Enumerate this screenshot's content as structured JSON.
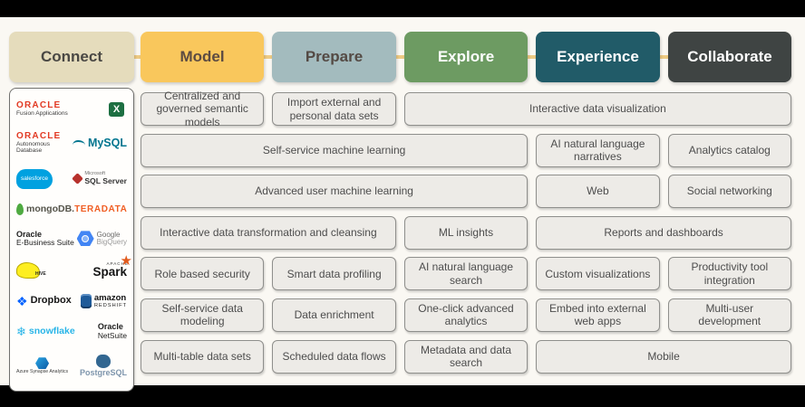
{
  "colors": {
    "canvas_background": "#faf8f3",
    "frame_bars": "#000000",
    "flow_line": "#eecb84",
    "capability_fill": "#edebe7",
    "capability_border": "#8f8f8c",
    "oracle_red": "#e23a24"
  },
  "headers": [
    {
      "label": "Connect",
      "bg": "#e5dcbc",
      "color": "#4a4844"
    },
    {
      "label": "Model",
      "bg": "#f9c75c",
      "color": "#5c4b42"
    },
    {
      "label": "Prepare",
      "bg": "#a3bbbe",
      "color": "#544a44"
    },
    {
      "label": "Explore",
      "bg": "#6d9b62",
      "color": "#ffffff"
    },
    {
      "label": "Experience",
      "bg": "#215b68",
      "color": "#ffffff"
    },
    {
      "label": "Collaborate",
      "bg": "#3f4443",
      "color": "#ffffff"
    }
  ],
  "capabilities": [
    [
      {
        "label": "Centralized and governed semantic models",
        "col": 1,
        "span": 1
      },
      {
        "label": "Import external and personal data sets",
        "col": 2,
        "span": 1
      },
      {
        "label": "Interactive data visualization",
        "col": 3,
        "span": 3
      }
    ],
    [
      {
        "label": "Self-service machine learning",
        "col": 1,
        "span": 3
      },
      {
        "label": "AI natural language narratives",
        "col": 4,
        "span": 1
      },
      {
        "label": "Analytics catalog",
        "col": 5,
        "span": 1
      }
    ],
    [
      {
        "label": "Advanced user machine learning",
        "col": 1,
        "span": 3
      },
      {
        "label": "Web",
        "col": 4,
        "span": 1
      },
      {
        "label": "Social networking",
        "col": 5,
        "span": 1
      }
    ],
    [
      {
        "label": "Interactive data transformation and cleansing",
        "col": 1,
        "span": 2
      },
      {
        "label": "ML insights",
        "col": 3,
        "span": 1
      },
      {
        "label": "Reports and dashboards",
        "col": 4,
        "span": 2
      }
    ],
    [
      {
        "label": "Role based security",
        "col": 1,
        "span": 1
      },
      {
        "label": "Smart data profiling",
        "col": 2,
        "span": 1
      },
      {
        "label": "AI natural language search",
        "col": 3,
        "span": 1
      },
      {
        "label": "Custom visualizations",
        "col": 4,
        "span": 1
      },
      {
        "label": "Productivity tool integration",
        "col": 5,
        "span": 1
      }
    ],
    [
      {
        "label": "Self-service data modeling",
        "col": 1,
        "span": 1
      },
      {
        "label": "Data enrichment",
        "col": 2,
        "span": 1
      },
      {
        "label": "One-click advanced analytics",
        "col": 3,
        "span": 1
      },
      {
        "label": "Embed into external web apps",
        "col": 4,
        "span": 1
      },
      {
        "label": "Multi-user development",
        "col": 5,
        "span": 1
      }
    ],
    [
      {
        "label": "Multi-table data sets",
        "col": 1,
        "span": 1
      },
      {
        "label": "Scheduled data flows",
        "col": 2,
        "span": 1
      },
      {
        "label": "Metadata and data search",
        "col": 3,
        "span": 1
      },
      {
        "label": "Mobile",
        "col": 4,
        "span": 2
      }
    ]
  ],
  "connectors": [
    [
      {
        "id": "oracle-fusion",
        "label": "ORACLE",
        "sub": "Fusion Applications"
      },
      {
        "id": "excel",
        "label": "",
        "sub": ""
      }
    ],
    [
      {
        "id": "oracle-autonomous",
        "label": "ORACLE",
        "sub": "Autonomous Database"
      },
      {
        "id": "mysql",
        "label": "MySQL",
        "sub": ""
      }
    ],
    [
      {
        "id": "salesforce",
        "label": "salesforce",
        "sub": ""
      },
      {
        "id": "sqlserver",
        "label": "Microsoft",
        "sub": "SQL Server"
      }
    ],
    [
      {
        "id": "mongodb",
        "label": "mongoDB.",
        "sub": ""
      },
      {
        "id": "teradata",
        "label": "TERADATA",
        "sub": ""
      }
    ],
    [
      {
        "id": "oracle-ebs",
        "label": "Oracle",
        "sub": "E-Business Suite"
      },
      {
        "id": "bigquery",
        "label": "Google",
        "sub": "BigQuery"
      }
    ],
    [
      {
        "id": "hive",
        "label": "",
        "sub": "HIVE"
      },
      {
        "id": "spark",
        "label": "APACHE",
        "sub": "Spark"
      }
    ],
    [
      {
        "id": "dropbox",
        "label": "Dropbox",
        "sub": ""
      },
      {
        "id": "redshift",
        "label": "amazon",
        "sub": "REDSHIFT"
      }
    ],
    [
      {
        "id": "snowflake",
        "label": "snowflake",
        "sub": ""
      },
      {
        "id": "netsuite",
        "label": "Oracle",
        "sub": "NetSuite"
      }
    ],
    [
      {
        "id": "azure",
        "label": "Azure Synapse Analytics",
        "sub": ""
      },
      {
        "id": "postgresql",
        "label": "PostgreSQL",
        "sub": ""
      }
    ]
  ]
}
